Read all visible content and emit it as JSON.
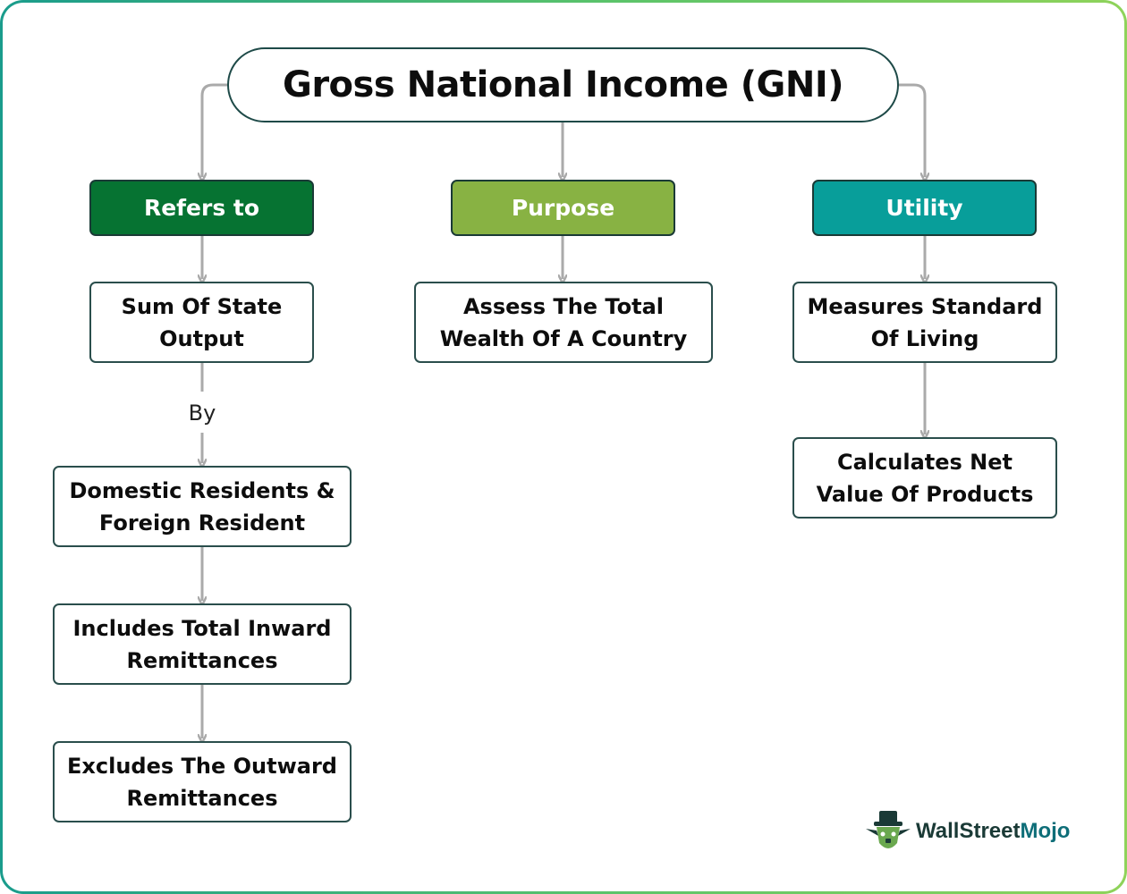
{
  "title": "Gross National Income (GNI)",
  "colors": {
    "refers_to": "#067332",
    "purpose": "#88b243",
    "utility": "#089e9a",
    "connector": "#aaaaaa",
    "border": "#2a4e4c"
  },
  "columns": {
    "refers_to": {
      "heading": "Refers to",
      "items": [
        "Sum Of State Output",
        "Domestic Residents & Foreign Resident",
        "Includes Total Inward Remittances",
        "Excludes The Outward Remittances"
      ],
      "connector_label": "By"
    },
    "purpose": {
      "heading": "Purpose",
      "items": [
        "Assess The Total Wealth Of A Country"
      ]
    },
    "utility": {
      "heading": "Utility",
      "items": [
        "Measures Standard Of Living",
        "Calculates Net Value Of Products"
      ]
    }
  },
  "logo": {
    "name_part1": "WallStreet",
    "name_part2": "Mojo",
    "icon": "bull-mascot-icon"
  }
}
